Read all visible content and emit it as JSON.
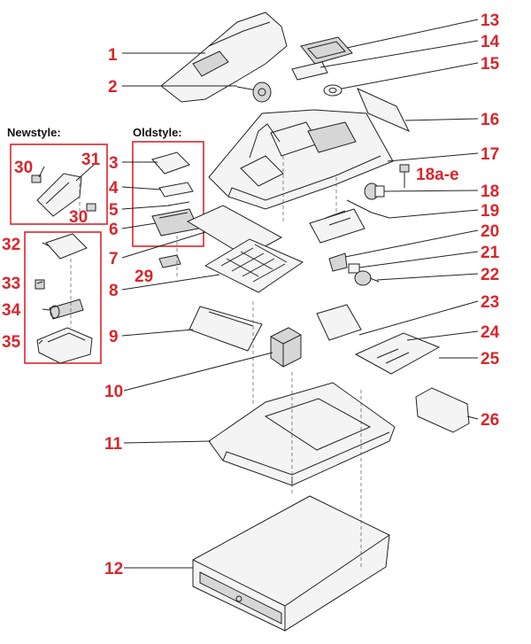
{
  "headers": {
    "newstyle": "Newstyle:",
    "oldstyle": "Oldstyle:"
  },
  "callouts": [
    {
      "id": "1",
      "label": "1"
    },
    {
      "id": "2",
      "label": "2"
    },
    {
      "id": "3",
      "label": "3"
    },
    {
      "id": "4",
      "label": "4"
    },
    {
      "id": "5",
      "label": "5"
    },
    {
      "id": "6",
      "label": "6"
    },
    {
      "id": "7",
      "label": "7"
    },
    {
      "id": "8",
      "label": "8"
    },
    {
      "id": "9",
      "label": "9"
    },
    {
      "id": "10",
      "label": "10"
    },
    {
      "id": "11",
      "label": "11"
    },
    {
      "id": "12",
      "label": "12"
    },
    {
      "id": "13",
      "label": "13"
    },
    {
      "id": "14",
      "label": "14"
    },
    {
      "id": "15",
      "label": "15"
    },
    {
      "id": "16",
      "label": "16"
    },
    {
      "id": "17",
      "label": "17"
    },
    {
      "id": "18a-e",
      "label": "18a-e"
    },
    {
      "id": "18",
      "label": "18"
    },
    {
      "id": "19",
      "label": "19"
    },
    {
      "id": "20",
      "label": "20"
    },
    {
      "id": "21",
      "label": "21"
    },
    {
      "id": "22",
      "label": "22"
    },
    {
      "id": "23",
      "label": "23"
    },
    {
      "id": "24",
      "label": "24"
    },
    {
      "id": "25",
      "label": "25"
    },
    {
      "id": "26",
      "label": "26"
    },
    {
      "id": "29",
      "label": "29"
    },
    {
      "id": "30a",
      "label": "30"
    },
    {
      "id": "31",
      "label": "31"
    },
    {
      "id": "30b",
      "label": "30"
    },
    {
      "id": "32",
      "label": "32"
    },
    {
      "id": "33",
      "label": "33"
    },
    {
      "id": "34",
      "label": "34"
    },
    {
      "id": "35",
      "label": "35"
    }
  ],
  "colors": {
    "callout": "#d9262c",
    "outline": "#222222",
    "frame": "#d9262c"
  }
}
